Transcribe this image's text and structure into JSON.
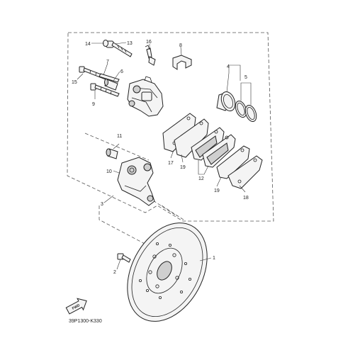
{
  "diagram": {
    "figure_code": "39P1300-K330",
    "fwd_label": "FWD",
    "callouts": [
      "1",
      "2",
      "3",
      "4",
      "5",
      "6",
      "7",
      "8",
      "9",
      "10",
      "11",
      "12",
      "13",
      "14",
      "15",
      "16",
      "17",
      "18",
      "19",
      "19"
    ]
  }
}
